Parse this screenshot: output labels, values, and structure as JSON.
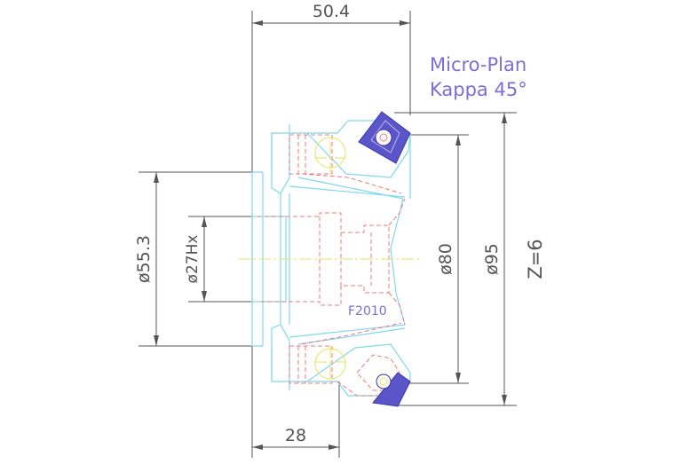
{
  "drawing": {
    "title_line1": "Micro-Plan",
    "title_line2": "Kappa 45°",
    "insert_label": "F2010",
    "teeth": "Z=6"
  },
  "dimensions": {
    "width_top": "50.4",
    "width_bottom": "28",
    "dia_bore": "ø55.3",
    "dia_hub": "ø27Hx",
    "dia_inner": "ø80",
    "dia_outer": "ø95"
  },
  "colors": {
    "outline": "#7fd8ef",
    "hidden": "#f07878",
    "center": "#e6e65a",
    "insert": "#5a55c8",
    "dimension": "#555555",
    "note": "#7a6fd6"
  }
}
